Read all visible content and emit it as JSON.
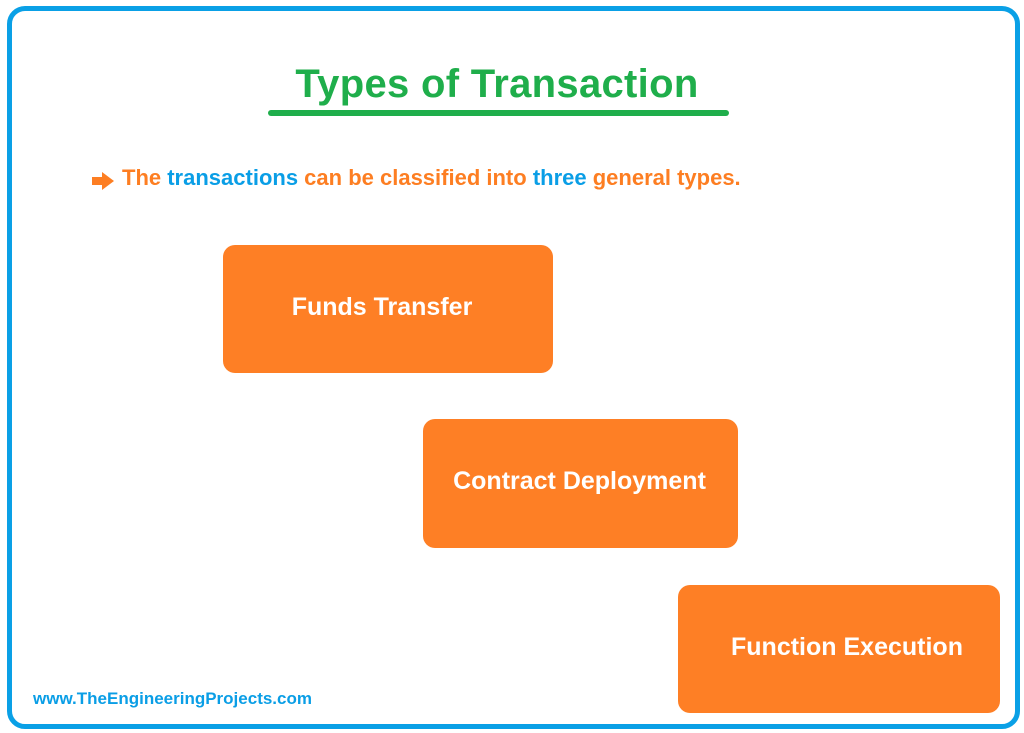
{
  "slide": {
    "title": "Types of Transaction",
    "intro": {
      "bullet_icon": "arrow-right-icon",
      "segments": [
        {
          "text": "The ",
          "color": "orange"
        },
        {
          "text": "transactions",
          "color": "blue"
        },
        {
          "text": " can be classified into ",
          "color": "orange"
        },
        {
          "text": "three",
          "color": "blue"
        },
        {
          "text": " general types.",
          "color": "orange"
        }
      ]
    },
    "types": [
      {
        "label": "Funds Transfer"
      },
      {
        "label": "Contract Deployment"
      },
      {
        "label": "Function Execution"
      }
    ],
    "footer": {
      "url": "www.TheEngineeringProjects.com"
    }
  },
  "colors": {
    "frame_border": "#0aa0e6",
    "title_green": "#1fae4b",
    "accent_orange": "#fe7f25",
    "text_orange": "#fd7e22",
    "text_blue": "#0a9ee6",
    "box_text": "#ffffff"
  }
}
